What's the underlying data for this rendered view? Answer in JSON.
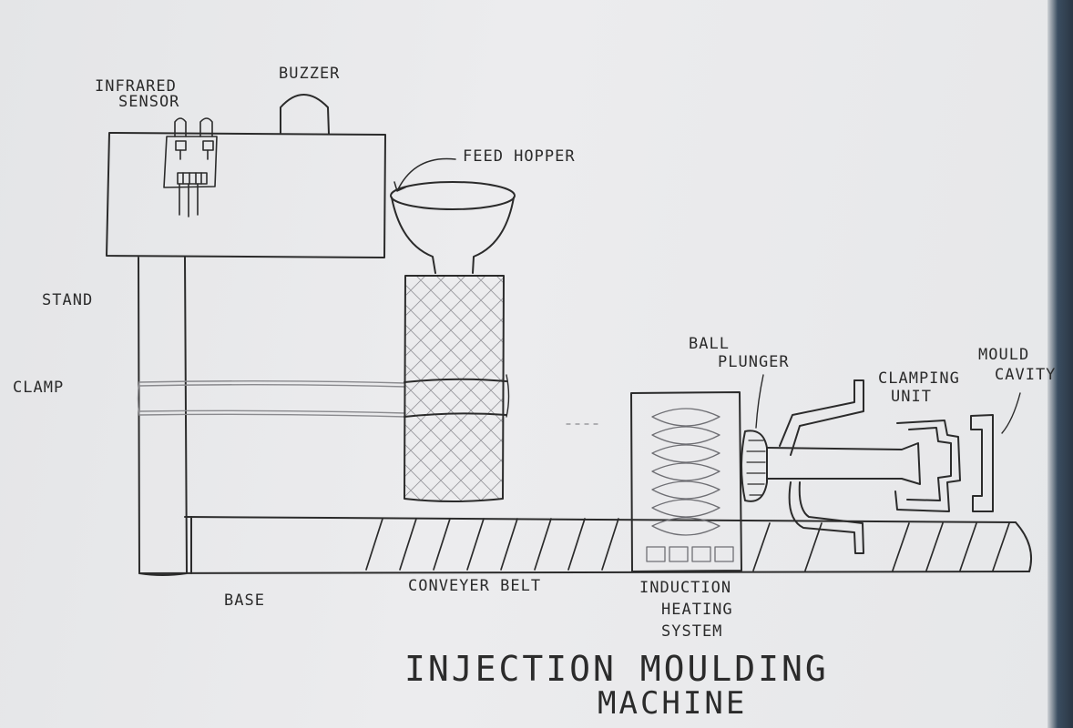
{
  "labels": {
    "infrared_sensor": [
      "INFRARED",
      "SENSOR"
    ],
    "buzzer": "BUZZER",
    "feed_hopper": "FEED HOPPER",
    "stand": "STAND",
    "clamp": "CLAMP",
    "ball_plunger": [
      "BALL",
      "PLUNGER"
    ],
    "clamping_unit": [
      "CLAMPING",
      "UNIT"
    ],
    "mould_cavity": [
      "MOULD",
      "CAVITY"
    ],
    "base": "BASE",
    "conveyer_belt": "CONVEYER BELT",
    "induction_heating_system": [
      "INDUCTION",
      "HEATING",
      "SYSTEM"
    ]
  },
  "title": [
    "INJECTION MOULDING",
    "MACHINE"
  ],
  "colors": {
    "ink": "#2b2b2b",
    "pencil": "#8a8a8e",
    "paper": "#e8e9eb"
  }
}
